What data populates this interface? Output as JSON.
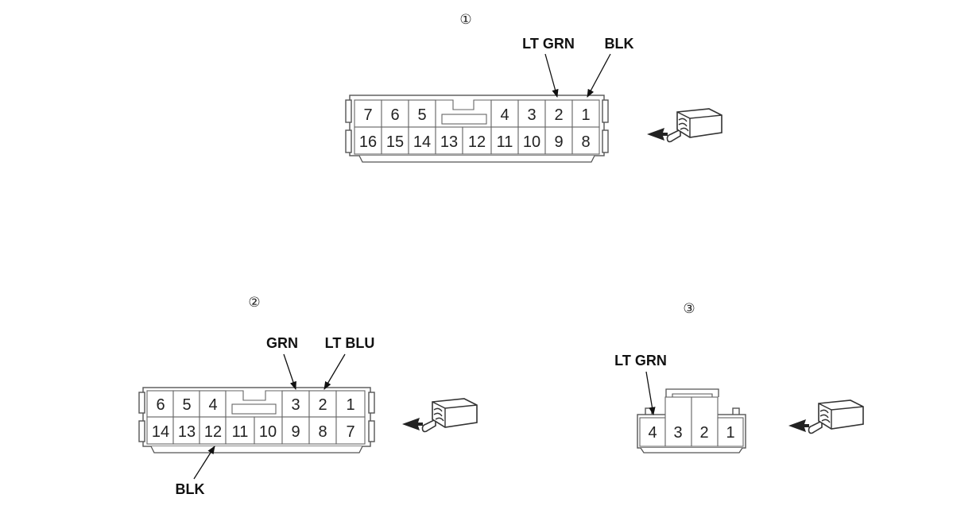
{
  "connectors": [
    {
      "id": "1",
      "number_label": "①",
      "top_pins": [
        "7",
        "6",
        "5",
        "",
        "4",
        "3",
        "2",
        "1"
      ],
      "bottom_pins": [
        "16",
        "15",
        "14",
        "13",
        "12",
        "11",
        "10",
        "9",
        "8"
      ],
      "wires": [
        {
          "label": "LT GRN",
          "pin": "2"
        },
        {
          "label": "BLK",
          "pin": "1"
        }
      ]
    },
    {
      "id": "2",
      "number_label": "②",
      "top_pins": [
        "6",
        "5",
        "4",
        "",
        "3",
        "2",
        "1"
      ],
      "bottom_pins": [
        "14",
        "13",
        "12",
        "11",
        "10",
        "9",
        "8",
        "7"
      ],
      "wires": [
        {
          "label": "GRN",
          "pin": "3"
        },
        {
          "label": "LT BLU",
          "pin": "2"
        },
        {
          "label": "BLK",
          "pin": "12"
        }
      ]
    },
    {
      "id": "3",
      "number_label": "③",
      "pins": [
        "4",
        "3",
        "2",
        "1"
      ],
      "wires": [
        {
          "label": "LT GRN",
          "pin": "4"
        }
      ]
    }
  ],
  "icons": [
    "connector-view-arrow-icon"
  ]
}
